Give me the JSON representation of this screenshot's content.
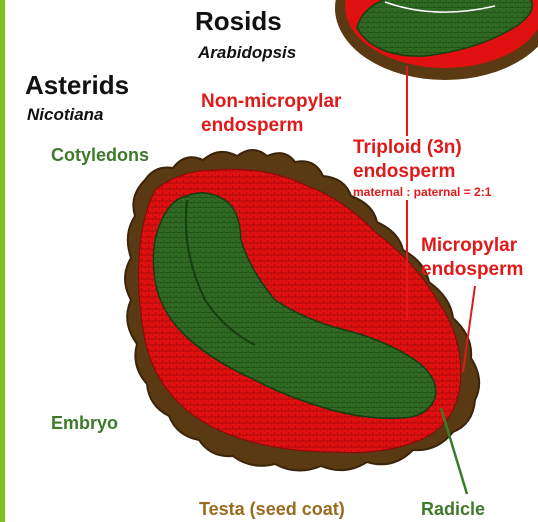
{
  "colors": {
    "embryo_green": "#2f6b23",
    "endosperm_red": "#e01010",
    "testa_brown": "#5a3a12",
    "label_green": "#3d7a2a",
    "label_red": "#e01a1a",
    "label_brown": "#9a6a1f",
    "frame_green": "#7fbf1f"
  },
  "labels": {
    "rosids_title": "Rosids",
    "rosids_species": "Arabidopsis",
    "asterids_title": "Asterids",
    "asterids_species": "Nicotiana",
    "non_micropylar_line1": "Non-micropylar",
    "non_micropylar_line2": "endosperm",
    "triploid_line1": "Triploid (3n)",
    "triploid_line2": "endosperm",
    "triploid_ratio": "maternal : paternal = 2:1",
    "micropylar_line1": "Micropylar",
    "micropylar_line2": "endosperm",
    "cotyledons": "Cotyledons",
    "embryo": "Embryo",
    "testa": "Testa (seed coat)",
    "radicle": "Radicle"
  }
}
